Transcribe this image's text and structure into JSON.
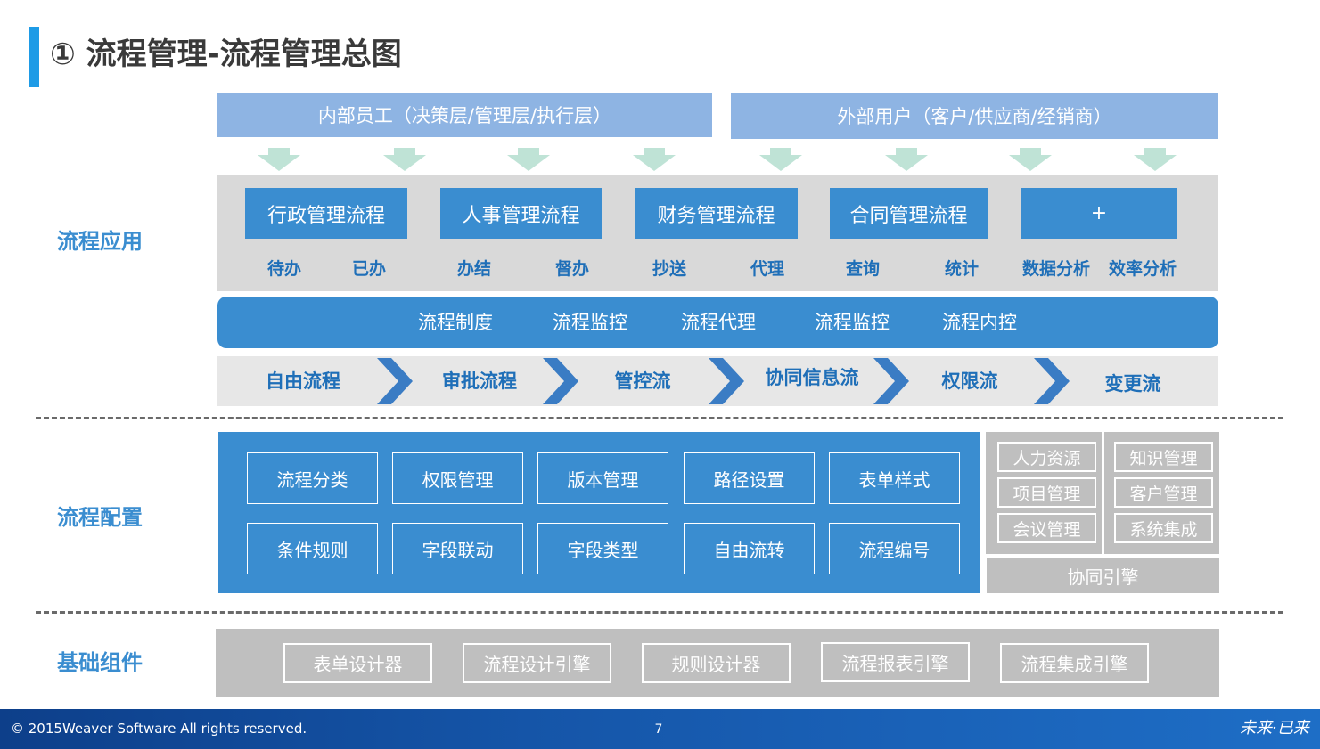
{
  "title": "① 流程管理-流程管理总图",
  "users": {
    "internal": "内部员工（决策层/管理层/执行层）",
    "external": "外部用户（客户/供应商/经销商）"
  },
  "app_section": {
    "label": "流程应用",
    "processes": [
      "行政管理流程",
      "人事管理流程",
      "财务管理流程",
      "合同管理流程",
      "+"
    ],
    "functions": [
      "待办",
      "已办",
      "办结",
      "督办",
      "抄送",
      "代理",
      "查询",
      "统计",
      "数据分析",
      "效率分析"
    ]
  },
  "management": [
    "流程制度",
    "流程监控",
    "流程代理",
    "流程监控",
    "流程内控"
  ],
  "flow_types": [
    "自由流程",
    "审批流程",
    "管控流",
    "协同信息流",
    "权限流",
    "变更流"
  ],
  "config_section": {
    "label": "流程配置",
    "items": [
      "流程分类",
      "权限管理",
      "版本管理",
      "路径设置",
      "表单样式",
      "条件规则",
      "字段联动",
      "字段类型",
      "自由流转",
      "流程编号"
    ],
    "side_items": [
      "人力资源",
      "知识管理",
      "项目管理",
      "客户管理",
      "会议管理",
      "系统集成"
    ],
    "engine": "协同引擎"
  },
  "base_section": {
    "label": "基础组件",
    "items": [
      "表单设计器",
      "流程设计引擎",
      "规则设计器",
      "流程报表引擎",
      "流程集成引擎"
    ]
  },
  "footer": {
    "copyright": "© 2015Weaver   Software  All rights reserved.",
    "page": "7",
    "logo": "未来·已来"
  },
  "colors": {
    "accent": "#1e9be6",
    "primary_blue": "#3a8dd0",
    "light_blue": "#8eb4e3",
    "arrow_green": "#bfe3d6",
    "panel_gray": "#d9d9d9",
    "component_gray": "#bfbfbf",
    "label_blue": "#1f6fb8"
  }
}
